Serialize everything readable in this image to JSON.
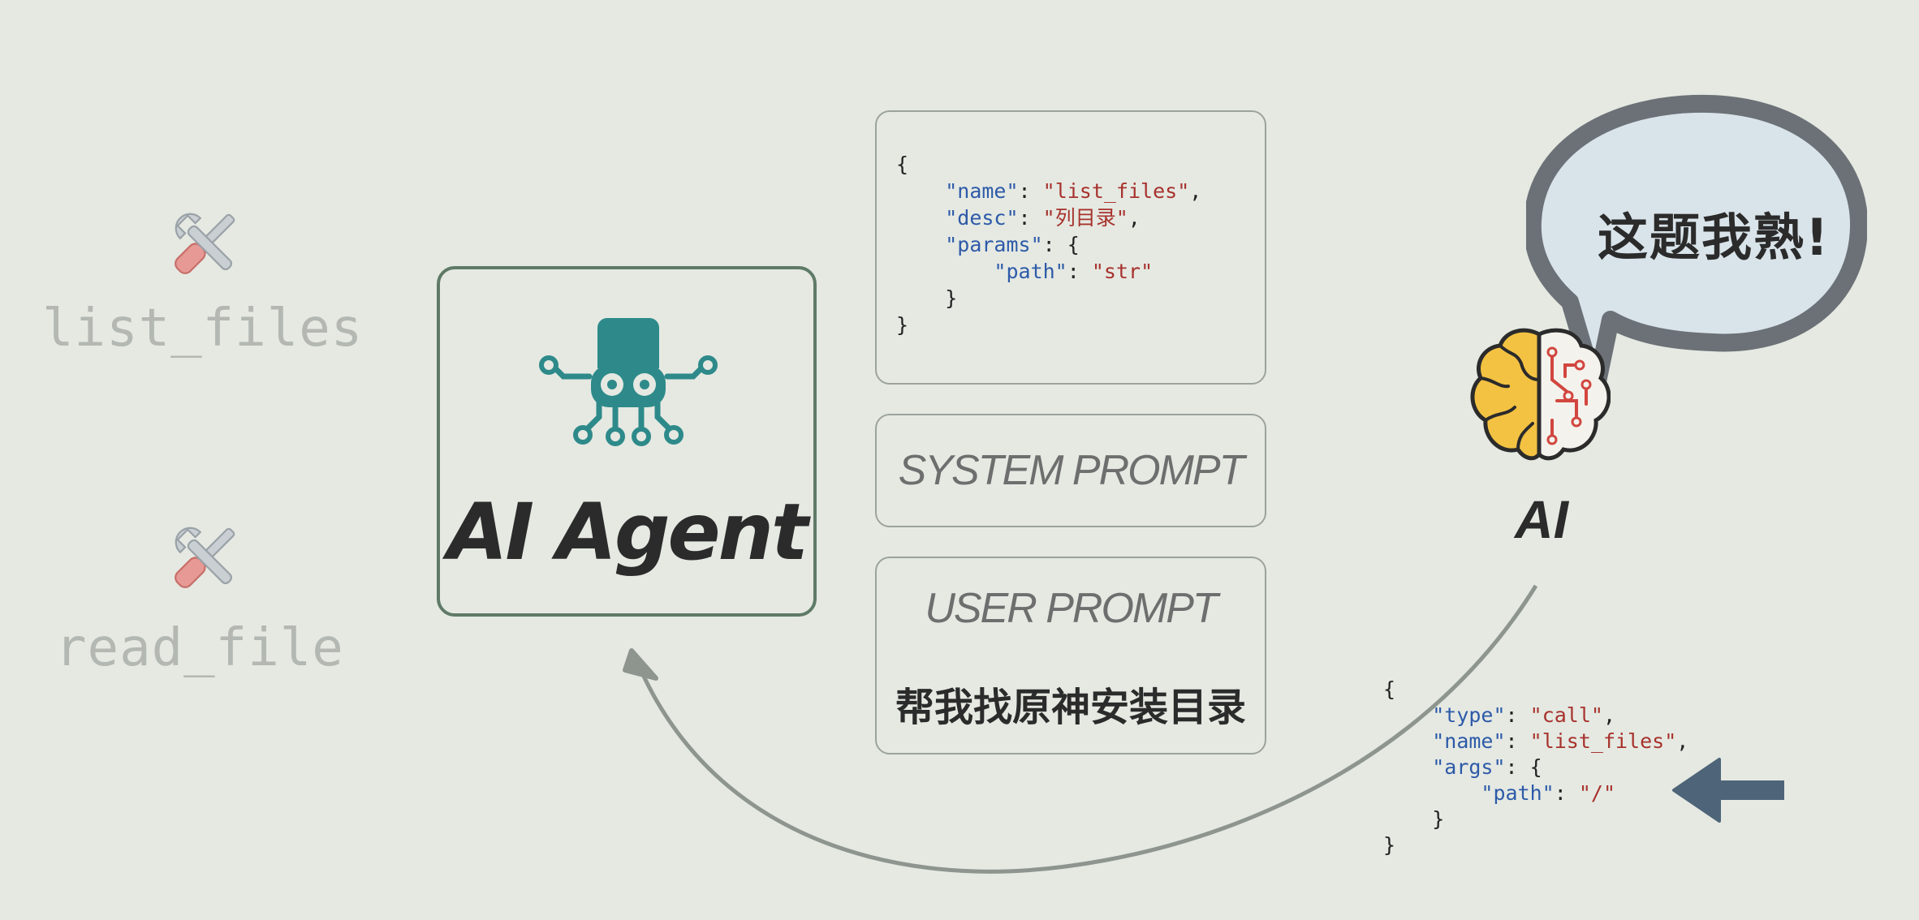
{
  "tools": [
    {
      "name": "list_files",
      "icon": "wrench-screwdriver-icon"
    },
    {
      "name": "read_file",
      "icon": "wrench-screwdriver-icon"
    }
  ],
  "agent": {
    "title": "AI Agent",
    "icon": "octopus-bot-icon"
  },
  "tool_definition": {
    "name": "list_files",
    "desc": "列目录",
    "params_path_type": "str"
  },
  "system_prompt": {
    "label": "SYSTEM PROMPT"
  },
  "user_prompt": {
    "label": "USER PROMPT",
    "text": "帮我找原神安装目录"
  },
  "ai": {
    "label": "AI",
    "speech": "这题我熟!",
    "icon": "brain-circuit-icon"
  },
  "tool_call": {
    "type": "call",
    "name": "list_files",
    "args_path": "/"
  },
  "colors": {
    "background": "#e5e9e2",
    "agent_teal": "#2e8a8a",
    "agent_border": "#5f7a67",
    "json_key": "#2d5aa8",
    "json_string": "#a8322d",
    "bubble_border": "#6b7176",
    "bubble_fill": "#d9e4ea",
    "brain_yellow": "#f3c242",
    "arrow_blue": "#4e6478"
  }
}
